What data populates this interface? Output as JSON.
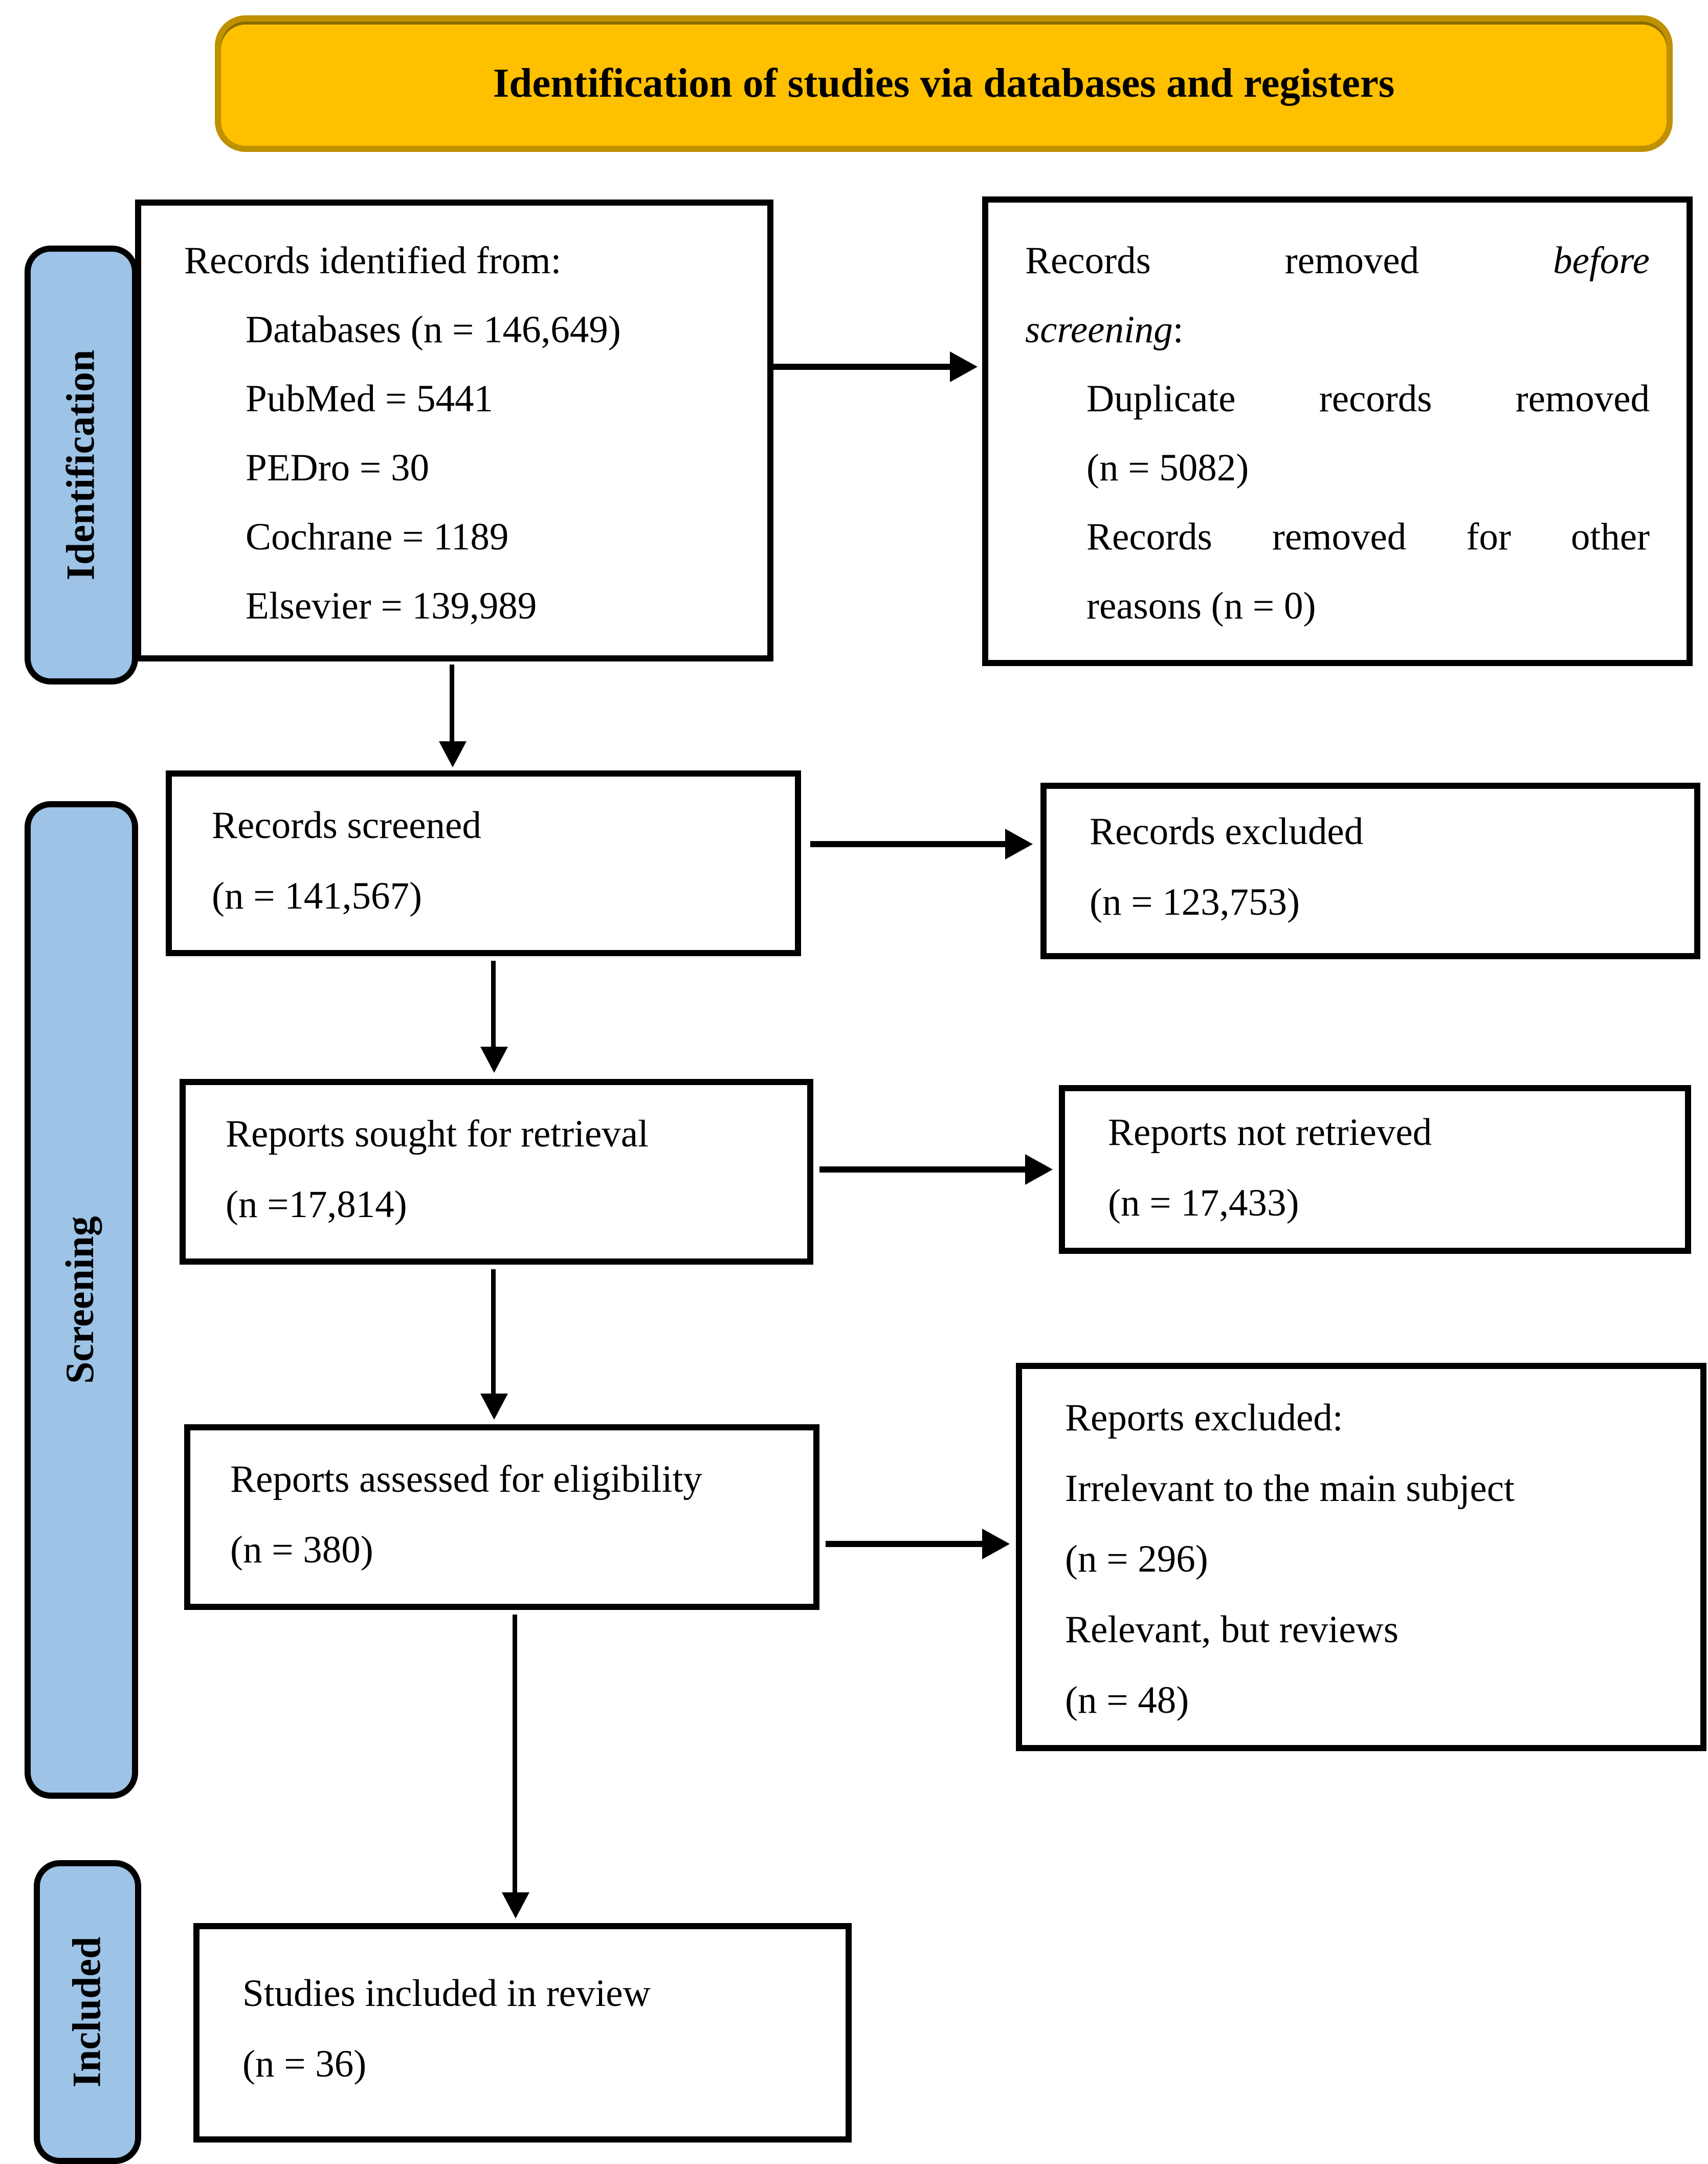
{
  "banner": {
    "title": "Identification of studies via databases and registers"
  },
  "stages": {
    "identification": "Identification",
    "screening": "Screening",
    "included": "Included"
  },
  "boxes": {
    "records_identified": {
      "title": "Records identified from:",
      "items": [
        "Databases (n = 146,649)",
        "PubMed = 5441",
        "PEDro = 30",
        "Cochrane = 1189",
        "Elsevier = 139,989"
      ]
    },
    "records_removed": {
      "line1_normal": "Records removed",
      "line1_italic": "before",
      "line2_italic": "screening",
      "line2_suffix": ":",
      "line3": "Duplicate records removed",
      "line4": "(n = 5082)",
      "line5": "Records removed for other",
      "line6": "reasons (n = 0)"
    },
    "records_screened": {
      "line1": "Records screened",
      "line2": "(n = 141,567)"
    },
    "records_excluded": {
      "line1": "Records excluded",
      "line2": "(n = 123,753)"
    },
    "reports_sought": {
      "line1": "Reports sought for retrieval",
      "line2": "(n =17,814)"
    },
    "reports_not_retrieved": {
      "line1": "Reports not retrieved",
      "line2": "(n = 17,433)"
    },
    "reports_assessed": {
      "line1": "Reports assessed for eligibility",
      "line2": "(n = 380)"
    },
    "reports_excluded": {
      "lines": [
        "Reports excluded:",
        "Irrelevant to the main subject",
        "(n = 296)",
        "Relevant, but reviews",
        "(n = 48)"
      ]
    },
    "studies_included": {
      "line1": "Studies included in review",
      "line2": "(n = 36)"
    }
  },
  "colors": {
    "banner_fill": "#FFC000",
    "banner_border": "#BF9000",
    "stage_fill": "#9DC3E6",
    "box_border": "#000000",
    "text": "#000000"
  }
}
